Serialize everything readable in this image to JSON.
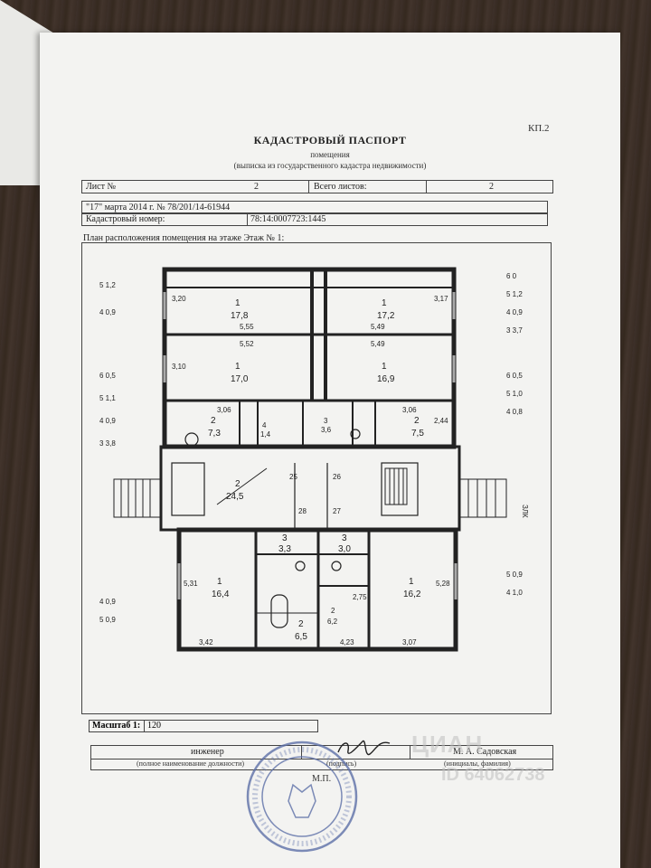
{
  "document": {
    "code": "КП.2",
    "title": "КАДАСТРОВЫЙ ПАСПОРТ",
    "subtitle": "помещения",
    "subtitle2": "(выписка из государственного кадастра недвижимости)",
    "sheet_label": "Лист №",
    "sheet_number": "2",
    "total_sheets_label": "Всего листов:",
    "total_sheets": "2",
    "date_number": "\"17\" марта 2014 г. № 78/201/14-61944",
    "cadastral_label": "Кадастровый номер:",
    "cadastral_number": "78:14:0007723:1445",
    "plan_label": "План расположения помещения на этаже Этаж № 1:",
    "scale_label": "Масштаб 1:",
    "scale_value": "120",
    "signer_role": "инженер",
    "signer_role_caption": "(полное наименование должности)",
    "signature_caption": "(подпись)",
    "signer_name": "М. А. Садовская",
    "signer_name_caption": "(инициалы, фамилия)",
    "stamp_text": "М.П."
  },
  "plan": {
    "rooms": [
      {
        "num": "1",
        "area": "17,8"
      },
      {
        "num": "1",
        "area": "17,2"
      },
      {
        "num": "1",
        "area": "17,0"
      },
      {
        "num": "1",
        "area": "16,9"
      },
      {
        "num": "2",
        "area": "7,3"
      },
      {
        "num": "2",
        "area": "7,5"
      },
      {
        "num": "2",
        "area": "24,5"
      },
      {
        "num": "1",
        "area": "16,4"
      },
      {
        "num": "1",
        "area": "16,2"
      },
      {
        "num": "2",
        "area": "6,5"
      },
      {
        "num": "3",
        "area": "3,3"
      },
      {
        "num": "3",
        "area": "3,0"
      },
      {
        "num": "2",
        "area": "6,2"
      },
      {
        "num": "4",
        "area": "1,4"
      },
      {
        "num": "3",
        "area": "3,6"
      }
    ],
    "dims": [
      "5,55",
      "3,20",
      "3,10",
      "5,49",
      "3,17",
      "5,52",
      "5,49",
      "3,06",
      "3,06",
      "2,44",
      "5,31",
      "5,28",
      "3,42",
      "3,07",
      "4,23",
      "2,75"
    ],
    "labels": [
      "25",
      "26",
      "27",
      "28",
      "ЗЛК"
    ],
    "side_left": [
      "5 1,2",
      "4 0,9",
      "6 0,5",
      "5 1,1",
      "4 0,9",
      "3 3,8",
      "4 0,9",
      "5 0,9"
    ],
    "side_right": [
      "6 0",
      "5 1,2",
      "4 0,9",
      "3 3,7",
      "6 0,5",
      "5 1,0",
      "4 0,8",
      "5 0,9",
      "4 1,0"
    ]
  },
  "watermark": {
    "line1": "ЦИАН",
    "line2": "ID 64062738"
  }
}
